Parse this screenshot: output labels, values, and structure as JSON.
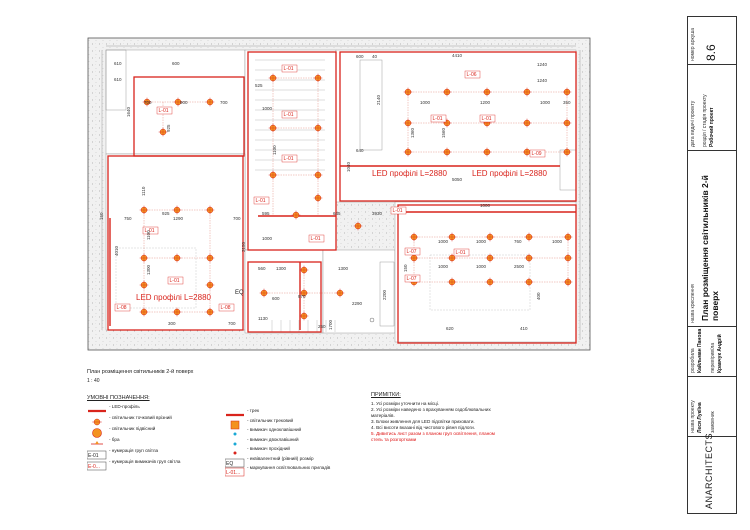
{
  "drawing": {
    "plan_title": "План розміщення світильників 2-й поверх",
    "scale": "1 : 40",
    "led_labels": [
      "LED профілі L=2880",
      "LED профілі L=2880",
      "LED профілі L=2880"
    ],
    "group_tags": [
      "L-01",
      "L-01",
      "L-01",
      "L-01",
      "L-01",
      "L-01",
      "L-01",
      "L-01",
      "L-01",
      "L-01",
      "L-01",
      "L-01",
      "L-06",
      "L-09",
      "L-07",
      "L-07",
      "L-08",
      "L-08"
    ],
    "dimensions": [
      "610",
      "610",
      "600",
      "700",
      "900",
      "700",
      "1640",
      "925",
      "525",
      "1100",
      "1000",
      "600",
      "40",
      "4410",
      "1240",
      "1240",
      "2140",
      "1000",
      "1200",
      "1000",
      "350",
      "1360",
      "1560",
      "640",
      "1040",
      "5050",
      "1110",
      "750",
      "1290",
      "700",
      "4010",
      "1100",
      "1300",
      "925",
      "595",
      "1000",
      "645",
      "3930",
      "1000",
      "1000",
      "1000",
      "760",
      "1000",
      "1000",
      "1000",
      "2500",
      "400",
      "560",
      "1300",
      "970",
      "1300",
      "600",
      "2290",
      "300",
      "700",
      "1130",
      "250",
      "1700",
      "2200",
      "620",
      "410",
      "150",
      "150",
      "3150"
    ],
    "eq_label": "EQ",
    "colors": {
      "accent": "#d9241c",
      "lamp": "#f39221",
      "cyan": "#19a9d6",
      "line": "#444444"
    }
  },
  "legend": {
    "title": "УМОВНІ ПОЗНАЧЕННЯ:",
    "items_left": [
      {
        "icon": "led-profile-icon",
        "text": "- LED-профіль"
      },
      {
        "icon": "spot-light-icon",
        "text": "- світильник точковий врізний"
      },
      {
        "icon": "pendant-light-icon",
        "text": "- світильник підвісний"
      },
      {
        "icon": "wall-light-icon",
        "text": "- бра"
      },
      {
        "icon": "group-number-icon",
        "tag": "E-01",
        "text": "- нумерація груп світла"
      },
      {
        "icon": "switch-group-icon",
        "tag": "E-0...",
        "text": "- нумерація вимикачів груп світла"
      }
    ],
    "items_right": [
      {
        "icon": "track-icon",
        "text": "- трек"
      },
      {
        "icon": "track-light-icon",
        "text": "- світильник трековий"
      },
      {
        "icon": "single-switch-icon",
        "text": "- вимикач одноклавішний"
      },
      {
        "icon": "double-switch-icon",
        "text": "- вимикач двоклавішний"
      },
      {
        "icon": "pass-switch-icon",
        "text": "- вимикач прохідний"
      },
      {
        "icon": "eq-icon",
        "tag": "EQ",
        "text": "- еквівалентний (рівний) розмір"
      },
      {
        "icon": "marking-icon",
        "tag": "L-01...",
        "text": "- маркування освітлювальних приладів"
      }
    ]
  },
  "notes": {
    "title": "ПРИМІТКИ:",
    "lines": [
      "1. Усі розміри уточнити на місці.",
      "2. Усі розміри наведено з врахуванням оздоблювальних матеріалів.",
      "3. Блоки живлення для LED підсвітки приховати.",
      "4. Всі висоти вказані від чистового рівня підлоги."
    ],
    "red_line": "5. Дивитись лист разом з планом груп освітлення, планом стель та розгортками"
  },
  "title_block": {
    "sheet_no_label": "номер аркуша",
    "sheet_no": "8.6",
    "stage_label": "дата видачі проекту",
    "section_label": "розділ / стадія проекту",
    "section_value": "Робочий проект",
    "name_label": "назва креслення",
    "name_value": "План розміщення світильників 2-й поверх",
    "developer_label": "розробила",
    "developer": "Кайльман Панова",
    "checker_label": "перевірив/ла",
    "checker": "Кравчук Андрій",
    "project_label": "назва проекту",
    "project": "Леся Лукіїна",
    "client_label": "замовник",
    "logo": "ANARCHITECTS"
  }
}
